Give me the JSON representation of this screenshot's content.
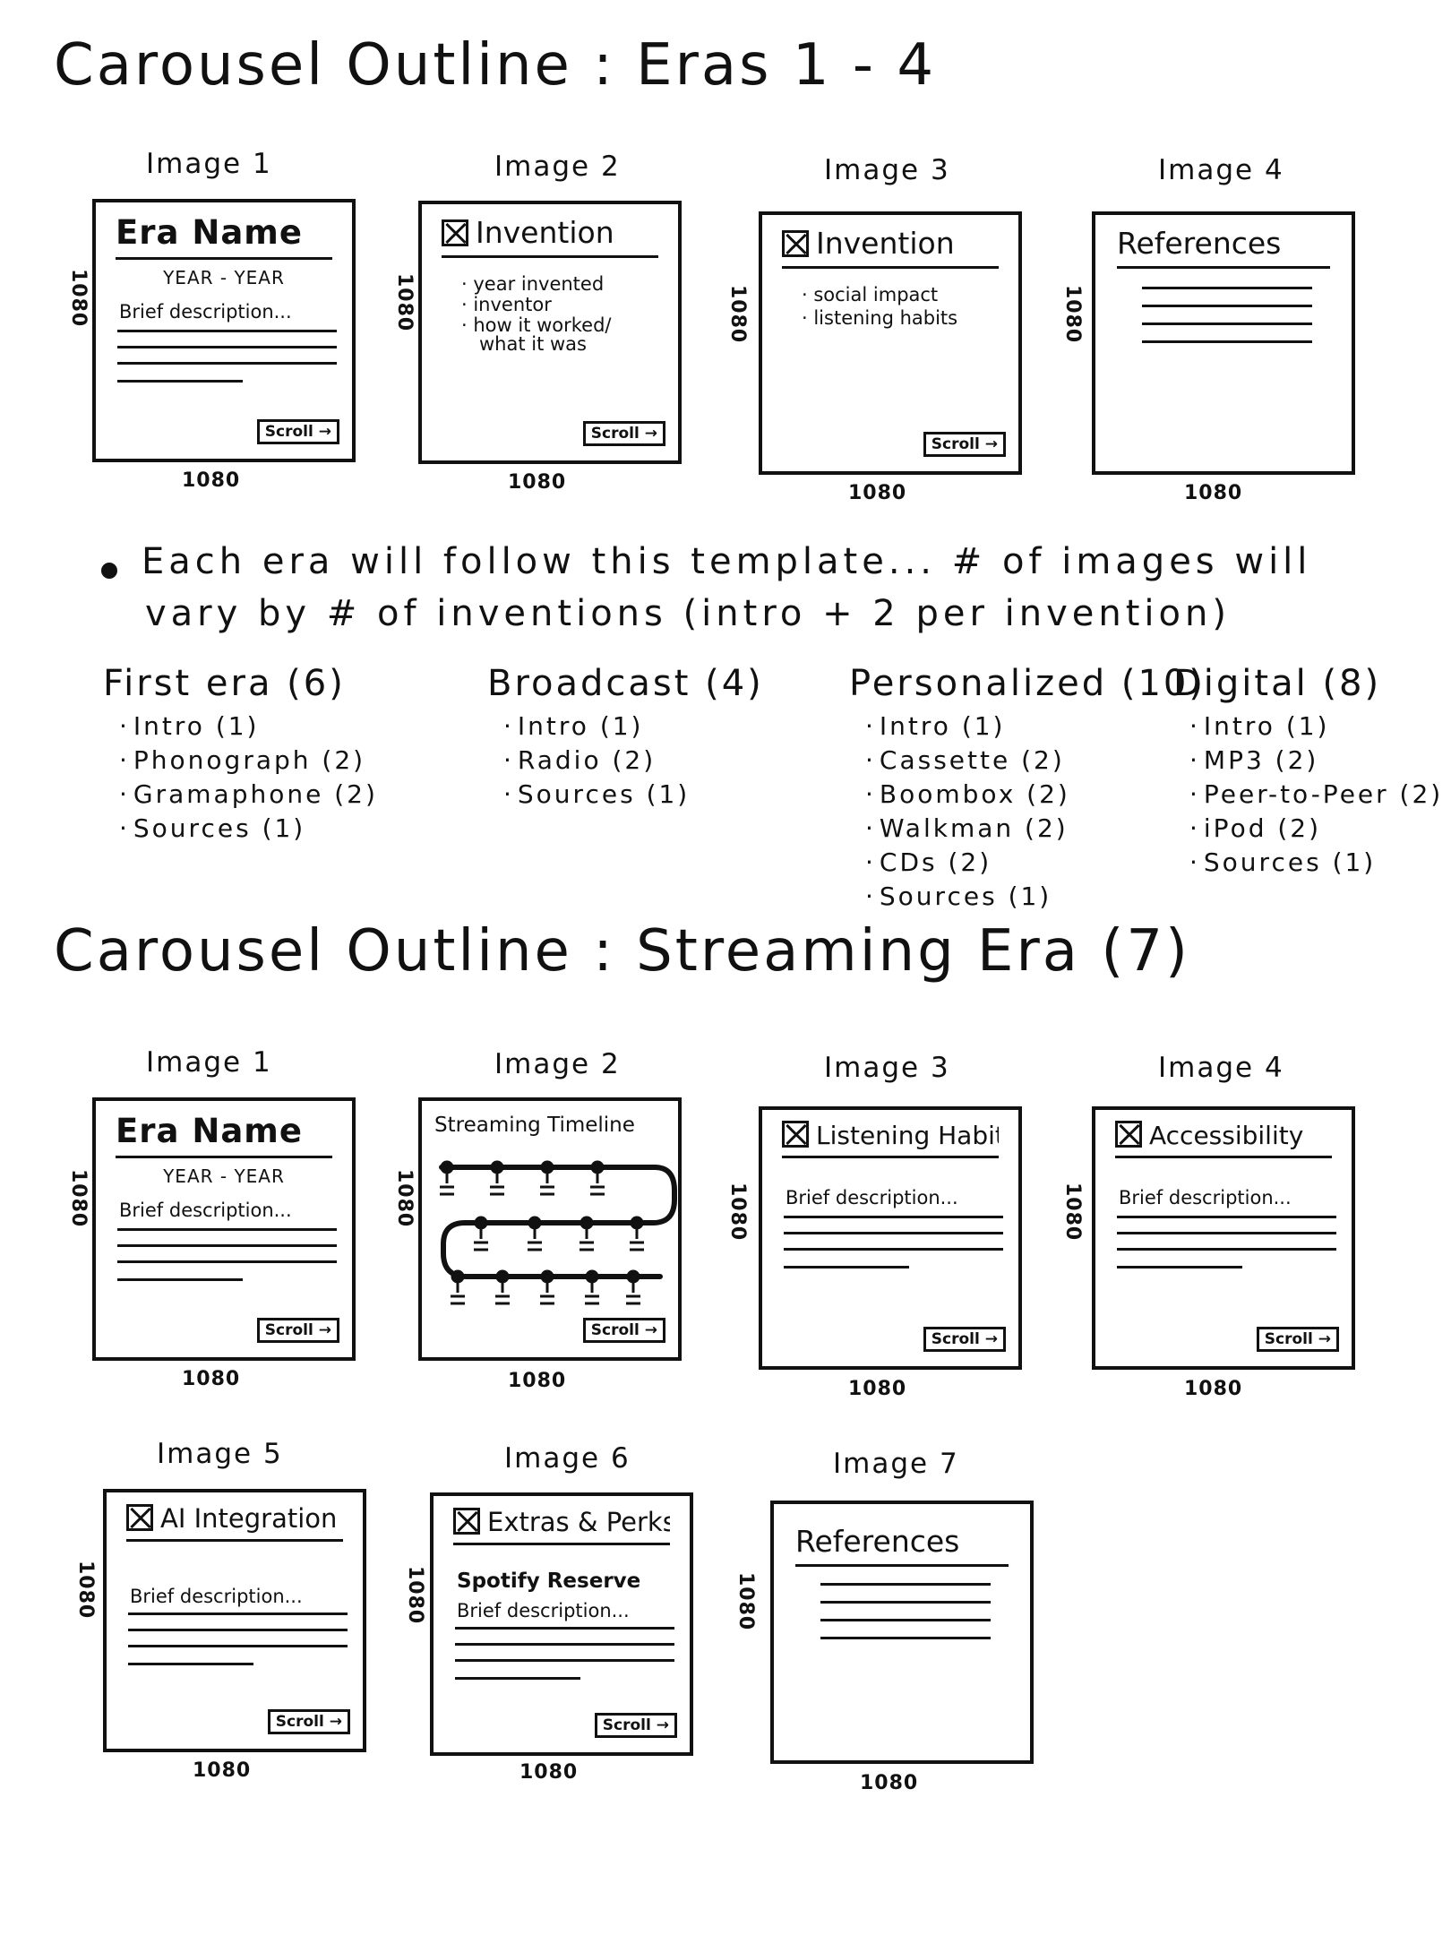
{
  "titles": {
    "eras_1_4": "Carousel Outline : Eras 1 - 4",
    "streaming": "Carousel Outline : Streaming Era (7)"
  },
  "dimension_label": "1080",
  "scroll_label": "Scroll →",
  "eras_carousel": [
    {
      "caption": "Image 1",
      "heading": "Era Name",
      "year": "YEAR - YEAR",
      "description": "Brief description..."
    },
    {
      "caption": "Image 2",
      "heading": "Invention",
      "bullets": [
        "· year invented",
        "· inventor",
        "· how it worked/",
        "what it was"
      ]
    },
    {
      "caption": "Image 3",
      "heading": "Invention",
      "bullets": [
        "· social impact",
        "· listening habits"
      ]
    },
    {
      "caption": "Image 4",
      "heading": "References"
    }
  ],
  "note": {
    "line1": "Each era will follow this template... # of images will",
    "line2": "vary by # of inventions (intro + 2 per invention)"
  },
  "era_lists": [
    {
      "heading": "First era (6)",
      "items": [
        "Intro (1)",
        "Phonograph (2)",
        "Gramaphone (2)",
        "Sources (1)"
      ]
    },
    {
      "heading": "Broadcast (4)",
      "items": [
        "Intro (1)",
        "Radio (2)",
        "Sources (1)"
      ]
    },
    {
      "heading": "Personalized (10)",
      "items": [
        "Intro (1)",
        "Cassette (2)",
        "Boombox (2)",
        "Walkman (2)",
        "CDs (2)",
        "Sources (1)"
      ]
    },
    {
      "heading": "Digital (8)",
      "items": [
        "Intro (1)",
        "MP3 (2)",
        "Peer-to-Peer (2)",
        "iPod (2)",
        "Sources (1)"
      ]
    }
  ],
  "streaming_carousel": [
    {
      "caption": "Image 1",
      "heading": "Era Name",
      "year": "YEAR - YEAR",
      "description": "Brief description..."
    },
    {
      "caption": "Image 2",
      "heading": "Streaming Timeline"
    },
    {
      "caption": "Image 3",
      "heading": "Listening Habits",
      "description": "Brief description..."
    },
    {
      "caption": "Image 4",
      "heading": "Accessibility",
      "description": "Brief description..."
    },
    {
      "caption": "Image 5",
      "heading": "AI Integration",
      "description": "Brief description..."
    },
    {
      "caption": "Image 6",
      "heading": "Extras & Perks",
      "subheading": "Spotify Reserve",
      "description": "Brief description..."
    },
    {
      "caption": "Image 7",
      "heading": "References"
    }
  ]
}
